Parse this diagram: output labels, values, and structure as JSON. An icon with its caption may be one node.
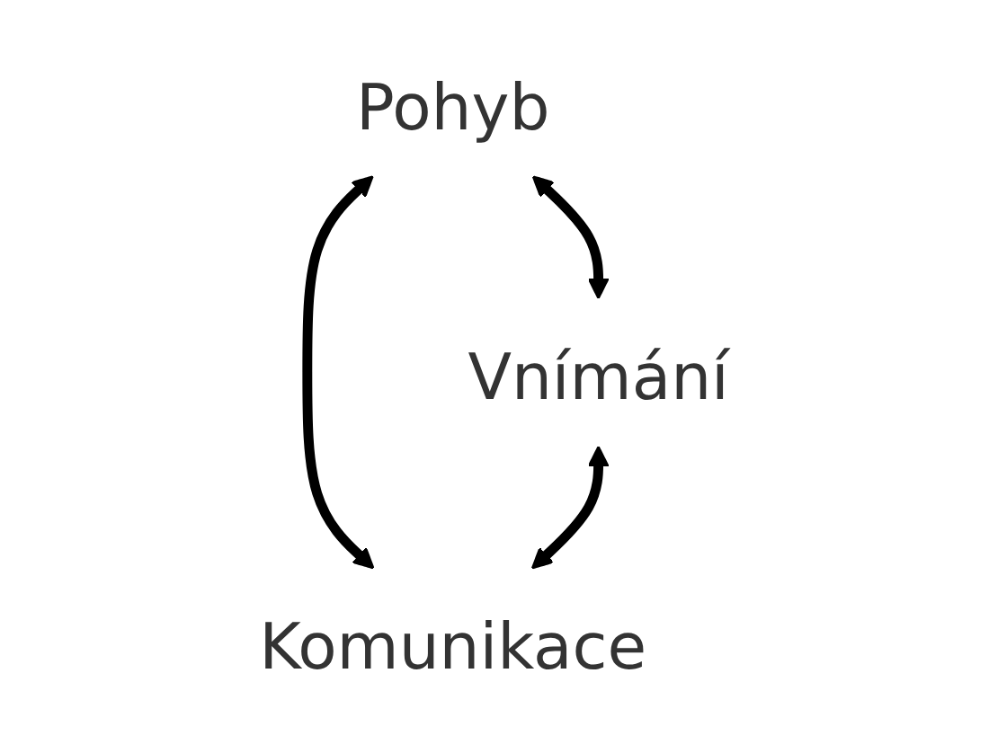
{
  "diagram": {
    "nodes": [
      {
        "text": [
          "Pohyb"
        ]
      },
      {
        "text": [
          "Vnímání"
        ]
      },
      {
        "text": [
          "Komunikace"
        ]
      }
    ],
    "edges": [
      {
        "from": 0,
        "to": 1,
        "arrow": "both"
      },
      {
        "from": 0,
        "to": 2,
        "arrow": "both"
      },
      {
        "from": 1,
        "to": 2,
        "arrow": "both"
      }
    ]
  }
}
